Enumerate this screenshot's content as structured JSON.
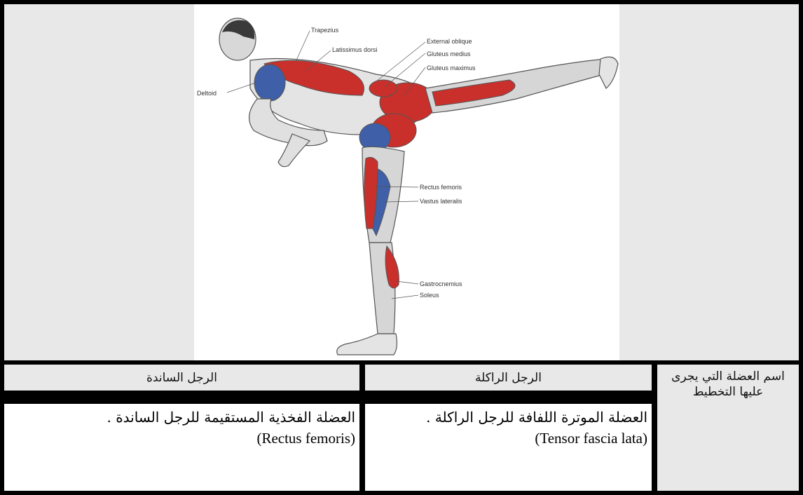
{
  "figure": {
    "labels": {
      "trapezius": "Trapezius",
      "latissimus": "Latissimus dorsi",
      "deltoid": "Deltoid",
      "external_oblique": "External oblique",
      "gluteus_medius": "Gluteus medius",
      "gluteus_maximus": "Gluteus maximus",
      "rectus_femoris": "Rectus femoris",
      "vastus_lateralis": "Vastus lateralis",
      "gastrocnemius": "Gastrocnemius",
      "soleus": "Soleus"
    },
    "colors": {
      "primary_muscle": "#c9302c",
      "secondary_muscle": "#3f5fa8",
      "outline": "#555555"
    }
  },
  "table": {
    "row_header": "اسم العضلة التي يجرى عليها التخطيط",
    "col_kicking": "الرجل الراكلة",
    "col_standing": "الرجل الساندة",
    "kicking_text": "العضلة الموترة اللفافة للرجل الراكلة .",
    "kicking_latin": "(Tensor fascia lata)",
    "standing_text": "العضلة الفخذية المستقيمة للرجل الساندة .",
    "standing_latin": "(Rectus femoris)"
  }
}
